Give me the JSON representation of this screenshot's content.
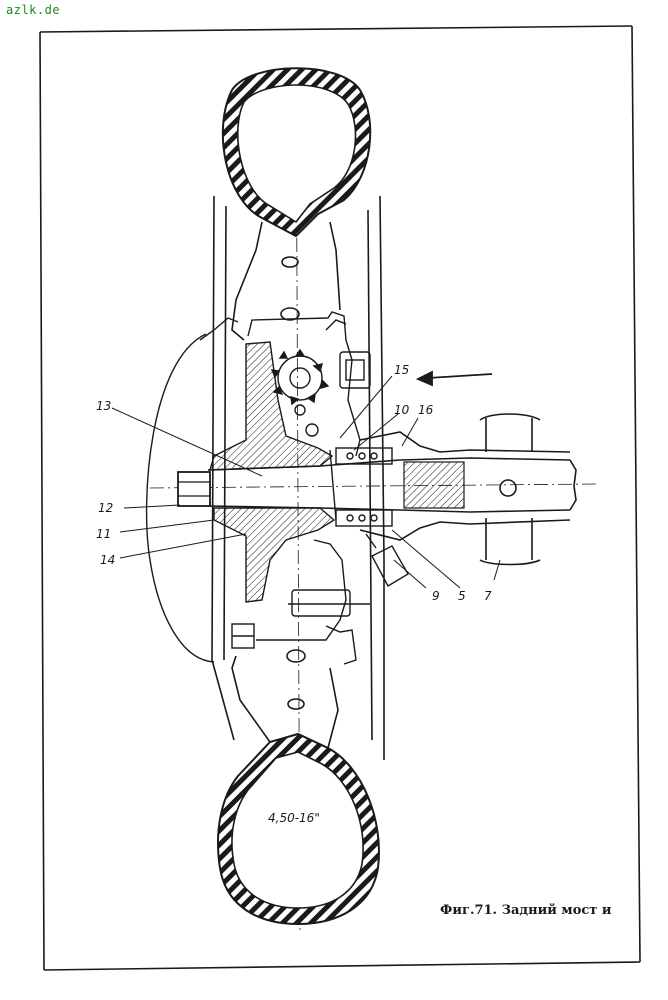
{
  "watermark": "azlk.de",
  "tire_size": "4,50-16\"",
  "caption": "Фиг.71. Задний мост и",
  "callouts": [
    "13",
    "12",
    "11",
    "14",
    "15",
    "10",
    "16",
    "9",
    "5",
    "7"
  ],
  "colors": {
    "ink": "#1a1a1a",
    "paper": "#ffffff",
    "watermark": "#1b8a1b"
  }
}
